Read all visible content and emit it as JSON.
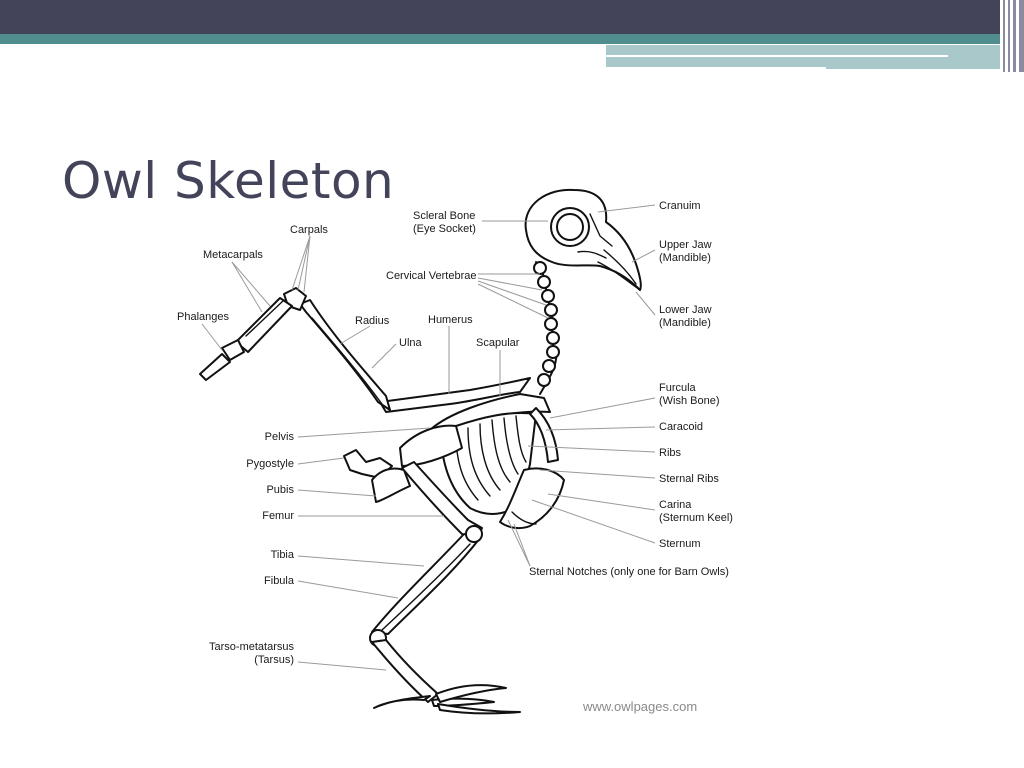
{
  "slide": {
    "title": "Owl Skeleton",
    "theme": {
      "bar_dark": "#43435a",
      "bar_teal": "#4f8d8f",
      "bar_light": "#a9c8c9",
      "title_color": "#43435a"
    }
  },
  "diagram": {
    "labels": {
      "scleral_bone": [
        "Scleral Bone",
        "(Eye Socket)"
      ],
      "cranium": "Cranuim",
      "upper_jaw": [
        "Upper Jaw",
        "(Mandible)"
      ],
      "lower_jaw": [
        "Lower Jaw",
        "(Mandible)"
      ],
      "cervical_vertebrae": "Cervical Vertebrae",
      "carpals": "Carpals",
      "metacarpals": "Metacarpals",
      "phalanges": "Phalanges",
      "radius": "Radius",
      "humerus": "Humerus",
      "ulna": "Ulna",
      "scapular": "Scapular",
      "furcula": [
        "Furcula",
        "(Wish Bone)"
      ],
      "caracoid": "Caracoid",
      "ribs": "Ribs",
      "sternal_ribs": "Sternal Ribs",
      "carina": [
        "Carina",
        "(Sternum Keel)"
      ],
      "sternum": "Sternum",
      "sternal_notches": "Sternal Notches (only one for Barn Owls)",
      "pelvis": "Pelvis",
      "pygostyle": "Pygostyle",
      "pubis": "Pubis",
      "femur": "Femur",
      "tibia": "Tibia",
      "fibula": "Fibula",
      "tarso_metatarsus": [
        "Tarso-metatarsus",
        "(Tarsus)"
      ]
    },
    "watermark": "www.owlpages.com"
  }
}
